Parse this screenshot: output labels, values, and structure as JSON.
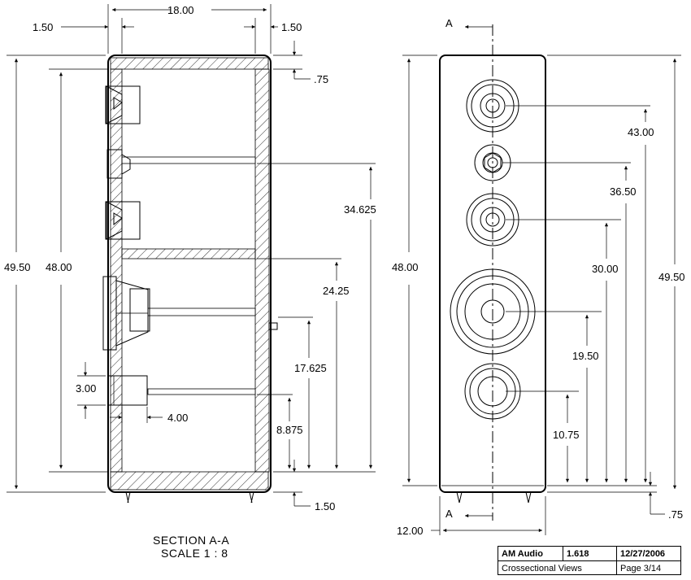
{
  "section_view": {
    "top_dims": {
      "width": "18.00",
      "left_wall": "1.50",
      "right_wall": "1.50"
    },
    "right_top_dim": ".75",
    "overall_height": "49.50",
    "inner_height": "48.00",
    "shelf_dims": [
      "34.625",
      "24.25",
      "17.625",
      "8.875"
    ],
    "port_height": "3.00",
    "port_depth": "4.00",
    "bottom_dim": "1.50",
    "caption_line1": "SECTION A-A",
    "caption_line2": "SCALE 1 : 8"
  },
  "front_view": {
    "section_label_top": "A",
    "section_label_bottom": "A",
    "overall_height": "48.00",
    "height_right": "49.50",
    "driver_heights": [
      "43.00",
      "36.50",
      "30.00",
      "19.50",
      "10.75"
    ],
    "width": "12.00",
    "bottom_dim": ".75"
  },
  "title_block": {
    "company": "AM Audio",
    "ratio": "1.618",
    "date": "12/27/2006",
    "title": "Crossectional Views",
    "page": "Page 3/14"
  }
}
